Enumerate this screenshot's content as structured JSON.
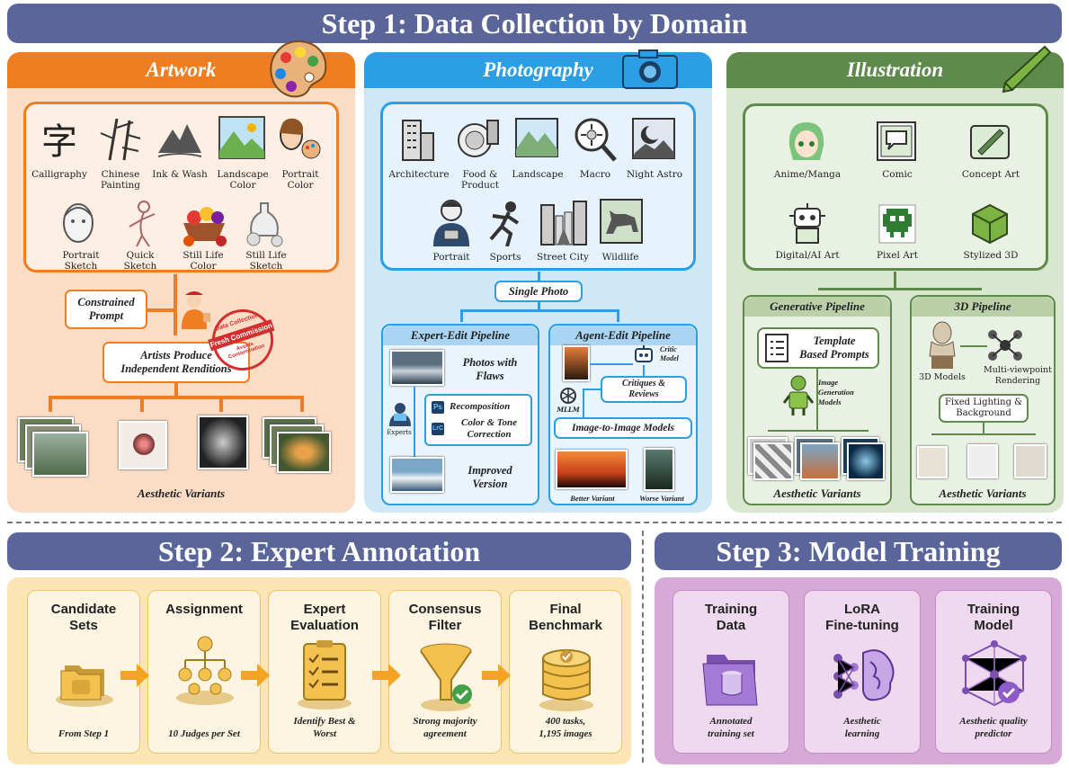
{
  "step1": {
    "title": "Step 1: Data Collection by Domain"
  },
  "step2": {
    "title": "Step 2: Expert Annotation"
  },
  "step3": {
    "title": "Step 3: Model Training"
  },
  "artwork": {
    "title": "Artwork",
    "categories": [
      "Calligraphy",
      "Chinese\nPainting",
      "Ink & Wash",
      "Landscape\nColor",
      "Portrait\nColor",
      "Portrait\nSketch",
      "Quick\nSketch",
      "Still Life\nColor",
      "Still Life\nSketch"
    ],
    "constrained_prompt": "Constrained\nPrompt",
    "artists": "Artists Produce\nIndependent Renditions",
    "stamp_top": "Data Collection",
    "stamp_mid": "Fresh Commission",
    "stamp_bottom": "Avoids Contamination",
    "variants": "Aesthetic Variants",
    "accent": "#ef7d22"
  },
  "photography": {
    "title": "Photography",
    "categories": [
      "Architecture",
      "Food &\nProduct",
      "Landscape",
      "Macro",
      "Night Astro",
      "Portrait",
      "Sports",
      "Street City",
      "Wildlife"
    ],
    "single_photo": "Single Photo",
    "expert_pipeline": "Expert-Edit Pipeline",
    "agent_pipeline": "Agent-Edit Pipeline",
    "photos_with_flaws": "Photos with\nFlaws",
    "experts": "Experts",
    "recomposition": "Recomposition",
    "color_tone": "Color & Tone\nCorrection",
    "improved": "Improved\nVersion",
    "critic_model": "Critic\nModel",
    "mllm": "MLLM",
    "critiques": "Critiques &\nReviews",
    "i2i": "Image-to-Image Models",
    "better": "Better Variant",
    "worse": "Worse Variant",
    "accent": "#2b9ee6"
  },
  "illustration": {
    "title": "Illustration",
    "categories": [
      "Anime/Manga",
      "Comic",
      "Concept Art",
      "Digital/AI Art",
      "Pixel Art",
      "Stylized 3D"
    ],
    "generative_pipeline": "Generative Pipeline",
    "pipeline_3d": "3D Pipeline",
    "template_prompts": "Template\nBased Prompts",
    "image_gen": "Image\nGeneration\nModels",
    "models_3d": "3D Models",
    "multi_view": "Multi-viewpoint\nRendering",
    "fixed_lighting": "Fixed Lighting &\nBackground",
    "variants_gen": "Aesthetic Variants",
    "variants_3d": "Aesthetic Variants",
    "accent": "#5e8a4c"
  },
  "annotation_steps": [
    {
      "title": "Candidate\nSets",
      "caption": "From Step 1",
      "icon": "folder-stack-icon"
    },
    {
      "title": "Assignment",
      "caption": "10 Judges per Set",
      "icon": "judges-tree-icon"
    },
    {
      "title": "Expert\nEvaluation",
      "caption": "Identify Best &\nWorst",
      "icon": "checklist-icon"
    },
    {
      "title": "Consensus\nFilter",
      "caption": "Strong majority\nagreement",
      "icon": "funnel-icon"
    },
    {
      "title": "Final\nBenchmark",
      "caption": "400 tasks,\n1,195 images",
      "icon": "database-icon"
    }
  ],
  "training_steps": [
    {
      "title": "Training\nData",
      "caption": "Annotated\ntraining set",
      "icon": "data-folder-icon"
    },
    {
      "title": "LoRA\nFine-tuning",
      "caption": "Aesthetic\nlearning",
      "icon": "brain-network-icon"
    },
    {
      "title": "Training\nModel",
      "caption": "Aesthetic quality\npredictor",
      "icon": "model-cube-icon"
    }
  ]
}
